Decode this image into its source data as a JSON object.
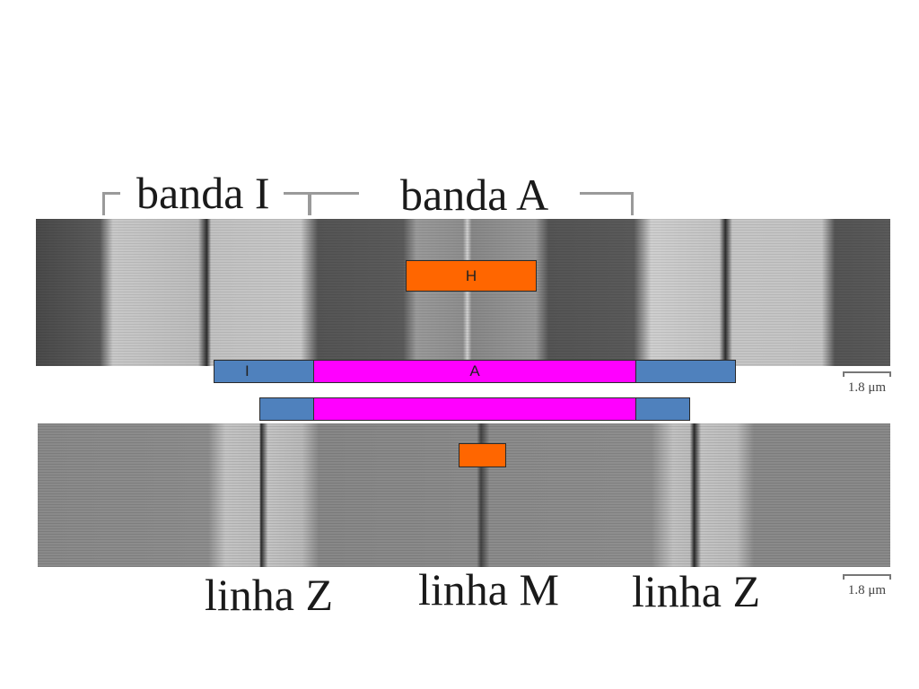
{
  "labels": {
    "banda_i": "banda I",
    "banda_a": "banda A",
    "linha_z_left": "linha Z",
    "linha_m": "linha M",
    "linha_z_right": "linha Z"
  },
  "scale_bars": {
    "top": "1.8 μm",
    "bottom": "1.8 μm"
  },
  "overlay_bars": {
    "h_label": "H",
    "i_label": "I",
    "a_label": "A"
  },
  "colors": {
    "h_zone": "#ff6600",
    "i_band": "#4f81bd",
    "a_band": "#ff00ff"
  }
}
